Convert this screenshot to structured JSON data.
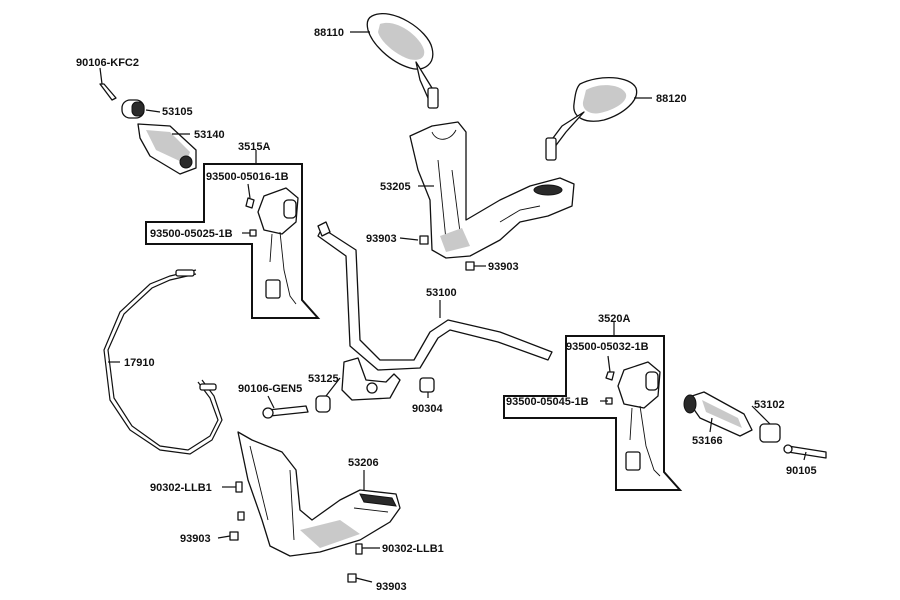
{
  "labels": {
    "p88110": "88110",
    "p88120": "88120",
    "p90106kfc2": "90106-KFC2",
    "p53105": "53105",
    "p53140": "53140",
    "p3515a": "3515A",
    "p93500_05016": "93500-05016-1B",
    "p93500_05025": "93500-05025-1B",
    "p53205": "53205",
    "p93903a": "93903",
    "p93903b": "93903",
    "p53100": "53100",
    "p17910": "17910",
    "p3520a": "3520A",
    "p93500_05032": "93500-05032-1B",
    "p53125": "53125",
    "p90106gen5": "90106-GEN5",
    "p90304": "90304",
    "p93500_05045": "93500-05045-1B",
    "p53102": "53102",
    "p53166": "53166",
    "p90105": "90105",
    "p53206": "53206",
    "p90302llb1a": "90302-LLB1",
    "p93903c": "93903",
    "p90302llb1b": "90302-LLB1",
    "p93903d": "93903"
  }
}
